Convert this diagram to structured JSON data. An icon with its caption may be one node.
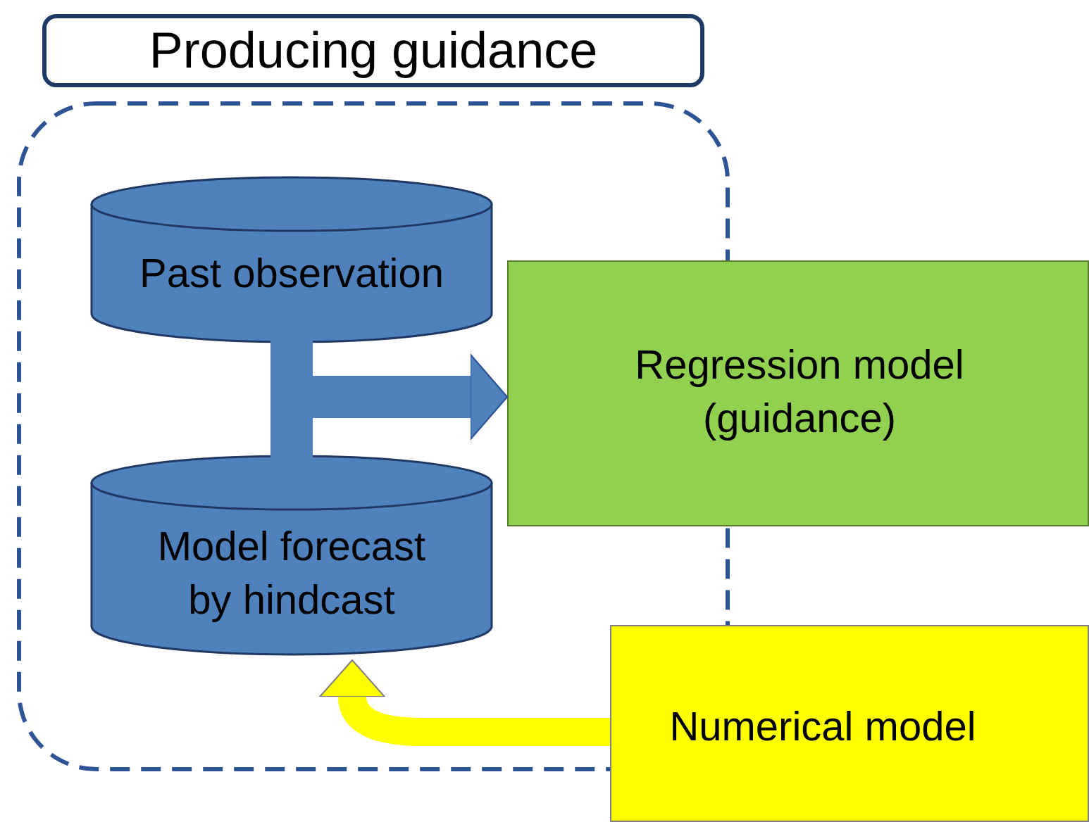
{
  "diagram": {
    "nodes": [
      {
        "text": [
          "Producing guidance"
        ]
      },
      {
        "text": [
          "Past observation"
        ],
        "in": 0
      },
      {
        "text": [
          "Model forecast by hindcast"
        ],
        "in": 0
      },
      {
        "text": [
          "Regression model (guidance)"
        ]
      },
      {
        "text": [
          "Numerical model"
        ]
      }
    ],
    "edges": [
      {
        "from": 1,
        "to": 3,
        "arrow": "to"
      },
      {
        "from": 2,
        "to": 3,
        "arrow": "to"
      },
      {
        "from": 4,
        "to": 2,
        "arrow": "to",
        "color": "#ffff00"
      }
    ]
  }
}
